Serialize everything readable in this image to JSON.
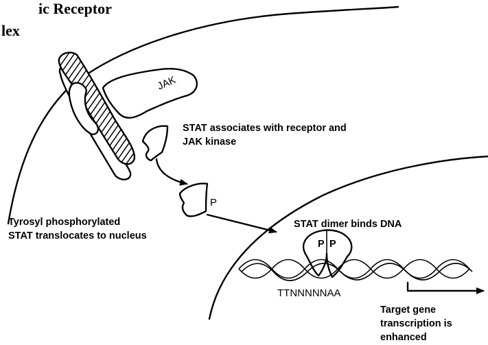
{
  "title": {
    "line1": "ic Receptor",
    "line2": "lex"
  },
  "labels": {
    "jak": "JAK",
    "stat_associates_line1": "STAT associates with receptor and",
    "stat_associates_line2": "JAK kinase",
    "phospho_p": "P",
    "translocates_line1": "Tyrosyl phosphorylated",
    "translocates_line2": "STAT translocates to nucleus",
    "dimer_binds": "STAT dimer binds DNA",
    "dimer_p_left": "P",
    "dimer_p_right": "P",
    "dna_sequence": "TTNNNNNAA",
    "target_line1": "Target gene",
    "target_line2": "transcription is",
    "target_line3": "enhanced"
  }
}
